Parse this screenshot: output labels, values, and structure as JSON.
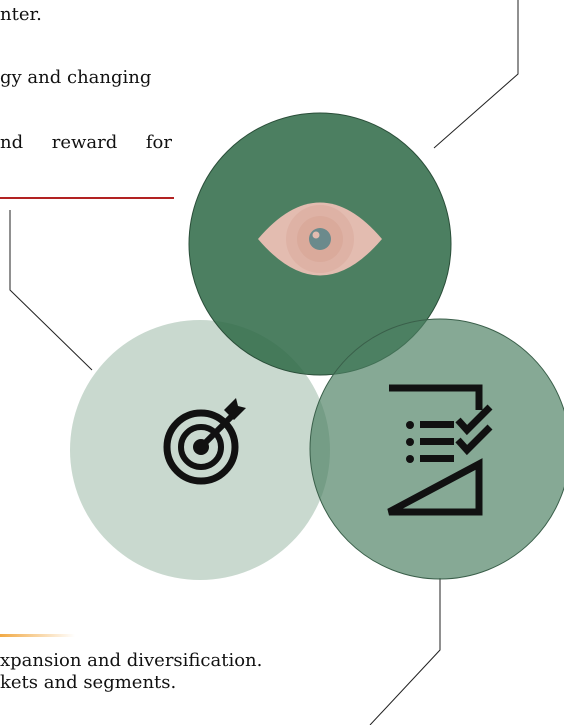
{
  "top_text": {
    "line1": "nter.",
    "line2": "gy and changing",
    "line3_words": [
      "nd",
      "reward",
      "for"
    ]
  },
  "bottom_text": {
    "line1": "xpansion and diversification.",
    "line2": "kets and segments."
  },
  "icons": {
    "top_circle": "eye-icon",
    "left_circle": "target-icon",
    "right_circle": "checklist-icon"
  },
  "colors": {
    "red_rule": "#b22222",
    "orange_rule": "#f0a030",
    "dark_green": "#2f6a47",
    "medium_green": "#6f9a82",
    "light_green": "#c9d9cf",
    "eye_pink": "#e3bcb0",
    "eye_pupil": "#6b8a8c"
  }
}
